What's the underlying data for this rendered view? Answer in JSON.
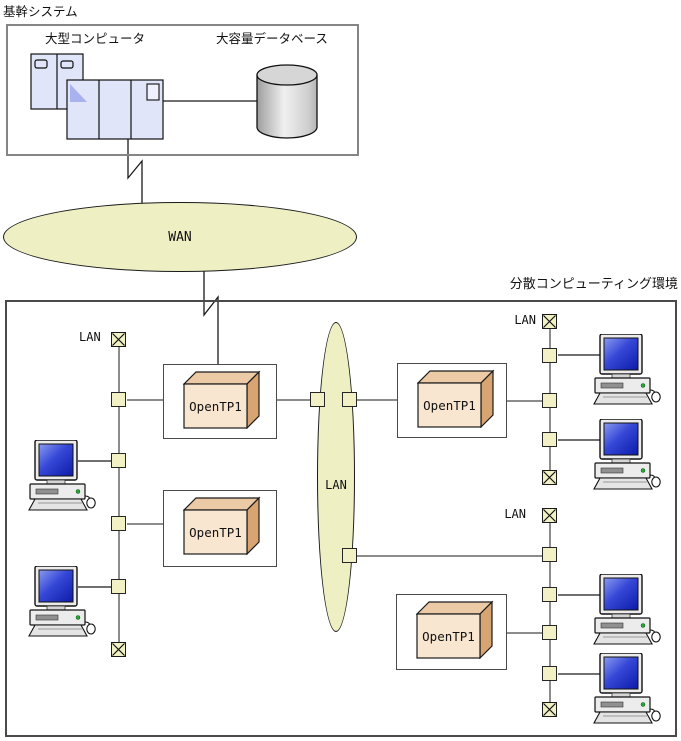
{
  "core_system": {
    "title": "基幹システム",
    "mainframe_label": "大型コンピュータ",
    "database_label": "大容量データベース"
  },
  "wan": {
    "label": "WAN"
  },
  "env": {
    "title": "分散コンピューティング環境",
    "backbone": {
      "label": "LAN"
    },
    "lans": [
      {
        "label": "LAN"
      },
      {
        "label": "LAN"
      },
      {
        "label": "LAN"
      }
    ],
    "nodes": [
      {
        "label": "OpenTP1"
      },
      {
        "label": "OpenTP1"
      },
      {
        "label": "OpenTP1"
      },
      {
        "label": "OpenTP1"
      }
    ]
  },
  "colors": {
    "network_fill": "#eef0c4",
    "connector_fill": "#f1f1c5",
    "node_front": "#f9e6d0",
    "node_top": "#eccaa6",
    "node_side": "#d7a472",
    "mainframe_fill": "#e1e5f9",
    "mainframe_accent": "#a9b1ef",
    "screen_blue": "#1b2bb4",
    "line_gray": "#8c8c8c"
  }
}
